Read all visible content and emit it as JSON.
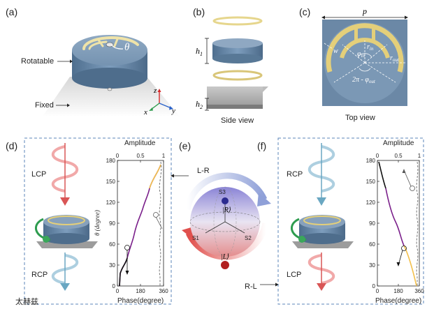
{
  "panels": {
    "a": {
      "tag": "(a)",
      "theta": "θ",
      "rotatable_label": "Rotatable",
      "fixed_label": "Fixed",
      "axes": {
        "z": "z",
        "x": "x",
        "y": "y"
      }
    },
    "b": {
      "tag": "(b)",
      "h1": "h",
      "h1_sub": "1",
      "h2": "h",
      "h2_sub": "2",
      "caption": "Side view"
    },
    "c": {
      "tag": "(c)",
      "p": "p",
      "w": "w",
      "r_in": "r",
      "r_in_sub": "in",
      "phi_in": "φ",
      "phi_in_sub": "in",
      "r_out": "r",
      "r_out_sub": "out",
      "two_pi_phi_out": "2π - φ",
      "two_pi_phi_out_sub": "out",
      "caption": "Top view"
    },
    "d": {
      "tag": "(d)",
      "lcp": "LCP",
      "rcp": "RCP",
      "amplitude_label": "Amplitude",
      "amp_ticks": [
        "0",
        "0.5",
        "1"
      ],
      "theta_label": "θ (degree)",
      "theta_ticks": [
        "0",
        "30",
        "60",
        "90",
        "120",
        "150",
        "180"
      ],
      "phase_label": "Phase(degree)",
      "phase_ticks": [
        "0",
        "180",
        "360"
      ]
    },
    "e": {
      "tag": "(e)",
      "l_r": "L-R",
      "r_l": "R-L",
      "s1": "S1",
      "s2": "S2",
      "s3": "S3",
      "r_ket": "|R⟩",
      "l_ket": "|L⟩"
    },
    "f": {
      "tag": "(f)",
      "rcp": "RCP",
      "lcp": "LCP",
      "amplitude_label": "Amplitude",
      "amp_ticks": [
        "0",
        "0.5",
        "1"
      ],
      "theta_ticks": [
        "0",
        "30",
        "60",
        "90",
        "120",
        "150",
        "180"
      ],
      "phase_label": "Phase(degree)",
      "phase_ticks": [
        "0",
        "180",
        "360"
      ]
    }
  },
  "colors": {
    "disk": "#6f8fae",
    "gold": "#e8d79a",
    "frame": "#5b86b8",
    "lcp_red": "#e66a6a",
    "rcp_blue": "#7fb3cc",
    "green": "#3aa75a"
  },
  "watermark": "太赫兹"
}
